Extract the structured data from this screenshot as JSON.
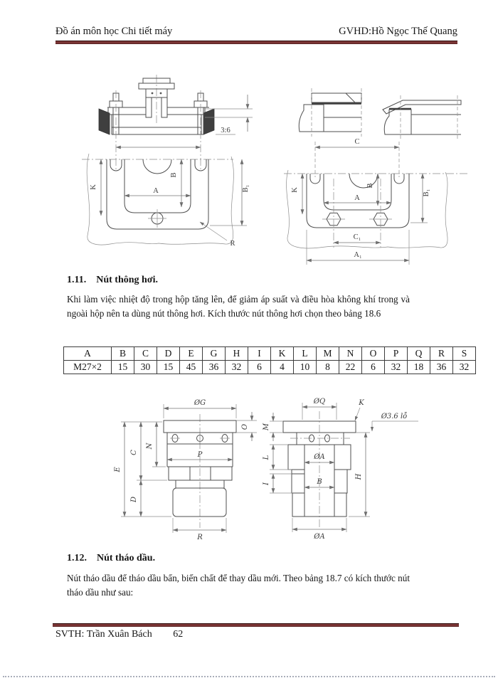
{
  "header": {
    "course": "Đồ án môn học Chi tiết máy",
    "advisor": "GVHD:Hồ Ngọc Thế Quang"
  },
  "footer": {
    "student": "SVTH: Trần Xuân Bách",
    "page_number": "62"
  },
  "colors": {
    "rule_maroon": "#7b3535",
    "drawing_line": "#4f4f4f"
  },
  "section_1_11": {
    "number": "1.11.",
    "title": "Nút thông hơi.",
    "body": "Khi làm việc nhiệt độ trong hộp tăng lên, để giảm áp suất và điều hòa không khí trong và ngoài hộp nên ta dùng nút thông hơi. Kích thước nút thông hơi chọn theo bảng 18.6"
  },
  "section_1_12": {
    "number": "1.12.",
    "title": "Nút tháo dầu.",
    "body": "Nút tháo dầu để tháo dầu bẩn, biến chất để thay dầu mới. Theo bảng 18.7 có kích thước nút tháo dầu như sau:"
  },
  "table_18_6": {
    "headers": [
      "A",
      "B",
      "C",
      "D",
      "E",
      "G",
      "H",
      "I",
      "K",
      "L",
      "M",
      "N",
      "O",
      "P",
      "Q",
      "R",
      "S"
    ],
    "values": [
      "M27×2",
      "15",
      "30",
      "15",
      "45",
      "36",
      "32",
      "6",
      "4",
      "10",
      "8",
      "22",
      "6",
      "32",
      "18",
      "36",
      "32"
    ]
  },
  "fig1": {
    "scale": "3:6",
    "K": "K",
    "B": "B",
    "A": "A",
    "B1": "B₁",
    "R": "R"
  },
  "fig2": {
    "C": "C",
    "K": "K",
    "B": "B",
    "B1": "B₁",
    "A": "A",
    "C1": "C₁",
    "A1": "A₁"
  },
  "fig3": {
    "G": "ØG",
    "O": "O",
    "N": "N",
    "P": "P",
    "C": "C",
    "E": "E",
    "D": "D",
    "R": "R"
  },
  "fig4": {
    "Q": "ØQ",
    "K": "K",
    "hole": "Ø3.6 lỗ",
    "M": "M",
    "L": "L",
    "I": "I",
    "A_bore": "ØA",
    "B": "B",
    "H": "H",
    "A_outer": "ØA"
  }
}
